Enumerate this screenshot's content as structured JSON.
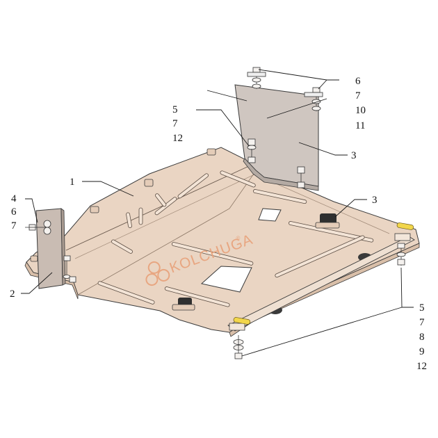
{
  "brand": {
    "name": "KOLCHUGA",
    "registered_mark": "®",
    "color": "#e8a27a"
  },
  "colors": {
    "plate_fill": "#ead5c3",
    "plate_shadow": "#d9bfa9",
    "outline": "#3a3a3a",
    "bracket_fill": "#c9bcb3",
    "hardware_yellow": "#f2d64b"
  },
  "callouts": {
    "part_1": {
      "lines": [
        "1"
      ]
    },
    "part_2": {
      "lines": [
        "2"
      ]
    },
    "part_3_upper": {
      "lines": [
        "3"
      ]
    },
    "part_3_lower": {
      "lines": [
        "3"
      ]
    },
    "left_fasteners": {
      "lines": [
        "4",
        "6",
        "7"
      ]
    },
    "top_left_fasteners": {
      "lines": [
        "5",
        "7",
        "12"
      ]
    },
    "top_right_fasteners": {
      "lines": [
        "6",
        "7",
        "10",
        "11"
      ]
    },
    "bottom_right_fasteners": {
      "lines": [
        "5",
        "7",
        "8",
        "9",
        "12"
      ]
    }
  }
}
